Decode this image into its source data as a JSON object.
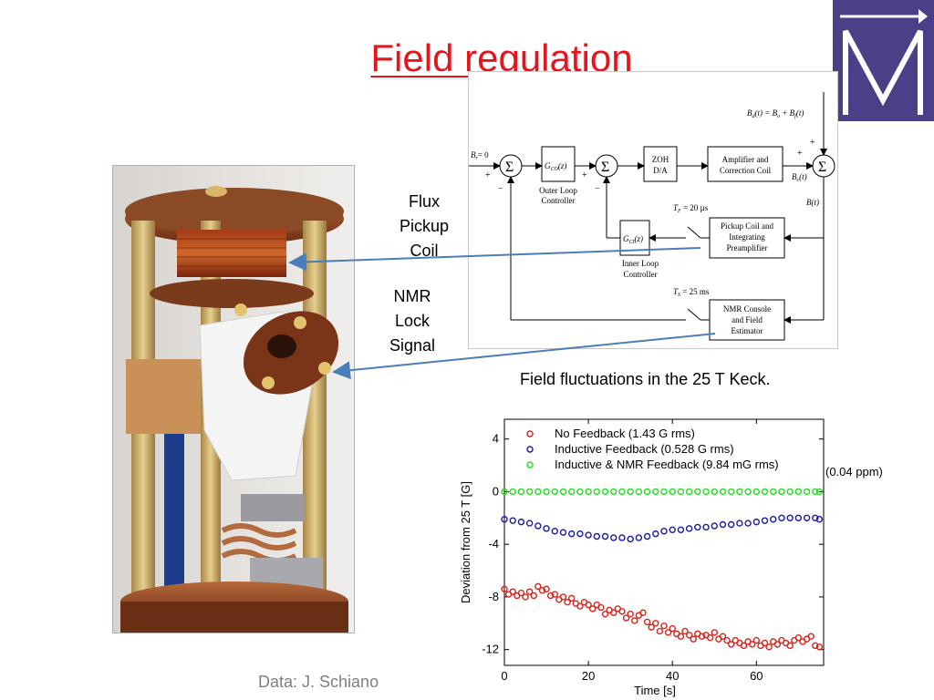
{
  "slide": {
    "title": "Field regulation",
    "credit": "Data: J. Schiano",
    "caption": "Field fluctuations in the 25 T Keck.",
    "ppm_note": "(0.04 ppm)",
    "callouts": {
      "flux": [
        "Flux",
        "Pickup",
        "Coil"
      ],
      "nmr": [
        "NMR",
        "Lock",
        "Signal"
      ]
    },
    "logo": {
      "glyph": "M",
      "color": "#4b3f88"
    },
    "title_color": "#e8141b"
  },
  "diagram": {
    "br_label": "B",
    "br_sub": "r",
    "br_val": "= 0",
    "bd_eq": "B",
    "bd_sub": "d",
    "bd_rhs": "(t) = B",
    "bd_rhs_sub": "o",
    "bd_rhs2": " + B",
    "bd_rhs2_sub": "f",
    "bd_rhs3": "(t)",
    "go": "G",
    "go_sub": "CO",
    "go_arg": "(z)",
    "outer_label_1": "Outer Loop",
    "outer_label_2": "Controller",
    "zoh_1": "ZOH",
    "zoh_2": "D/A",
    "amp_1": "Amplifier and",
    "amp_2": "Correction Coil",
    "bc": "B",
    "bc_sub": "c",
    "bc_arg": "(t)",
    "bt": "B(t)",
    "tf": "T",
    "tf_sub": "F",
    "tf_val": " = 20 µs",
    "pickup_1": "Pickup Coil and",
    "pickup_2": "Integrating",
    "pickup_3": "Preamplifier",
    "gi": "G",
    "gi_sub": "CI",
    "gi_arg": "(z)",
    "inner_label_1": "Inner Loop",
    "inner_label_2": "Controller",
    "ts": "T",
    "ts_sub": "S",
    "ts_val": " = 25 ms",
    "nmr_1": "NMR Console",
    "nmr_2": "and Field",
    "nmr_3": "Estimator",
    "sigma": "Σ",
    "plus": "+",
    "minus": "−"
  },
  "chart_data": {
    "type": "scatter",
    "xlabel": "Time [s]",
    "ylabel": "Deviation from 25 T [G]",
    "xlim": [
      0,
      76
    ],
    "ylim": [
      -13.2,
      5.5
    ],
    "xticks": [
      0,
      20,
      40,
      60
    ],
    "yticks": [
      4,
      0,
      -4,
      -8,
      -12
    ],
    "legend_position": "top",
    "series": [
      {
        "name": "No Feedback (1.43 G rms)",
        "color": "#d9241c",
        "points": [
          [
            0,
            -7.4
          ],
          [
            1,
            -7.8
          ],
          [
            2,
            -7.6
          ],
          [
            3,
            -7.9
          ],
          [
            4,
            -7.7
          ],
          [
            5,
            -8.0
          ],
          [
            6,
            -7.6
          ],
          [
            7,
            -7.9
          ],
          [
            8,
            -7.2
          ],
          [
            9,
            -7.5
          ],
          [
            10,
            -7.4
          ],
          [
            11,
            -7.9
          ],
          [
            12,
            -7.8
          ],
          [
            13,
            -8.2
          ],
          [
            14,
            -8.0
          ],
          [
            15,
            -8.4
          ],
          [
            16,
            -8.1
          ],
          [
            17,
            -8.5
          ],
          [
            18,
            -8.7
          ],
          [
            19,
            -8.4
          ],
          [
            20,
            -8.6
          ],
          [
            21,
            -8.9
          ],
          [
            22,
            -8.6
          ],
          [
            23,
            -8.8
          ],
          [
            24,
            -9.3
          ],
          [
            25,
            -9.0
          ],
          [
            26,
            -9.2
          ],
          [
            27,
            -8.9
          ],
          [
            28,
            -9.1
          ],
          [
            29,
            -9.6
          ],
          [
            30,
            -9.3
          ],
          [
            31,
            -9.8
          ],
          [
            32,
            -9.4
          ],
          [
            33,
            -9.2
          ],
          [
            34,
            -9.9
          ],
          [
            35,
            -10.3
          ],
          [
            36,
            -10.0
          ],
          [
            37,
            -10.6
          ],
          [
            38,
            -10.2
          ],
          [
            39,
            -10.7
          ],
          [
            40,
            -10.4
          ],
          [
            41,
            -10.8
          ],
          [
            42,
            -11.0
          ],
          [
            43,
            -10.6
          ],
          [
            44,
            -10.9
          ],
          [
            45,
            -11.2
          ],
          [
            46,
            -10.8
          ],
          [
            47,
            -11.0
          ],
          [
            48,
            -10.9
          ],
          [
            49,
            -11.1
          ],
          [
            50,
            -10.7
          ],
          [
            51,
            -11.2
          ],
          [
            52,
            -11.0
          ],
          [
            53,
            -11.3
          ],
          [
            54,
            -11.6
          ],
          [
            55,
            -11.3
          ],
          [
            56,
            -11.5
          ],
          [
            57,
            -11.7
          ],
          [
            58,
            -11.4
          ],
          [
            59,
            -11.6
          ],
          [
            60,
            -11.3
          ],
          [
            61,
            -11.7
          ],
          [
            62,
            -11.5
          ],
          [
            63,
            -11.8
          ],
          [
            64,
            -11.4
          ],
          [
            65,
            -11.6
          ],
          [
            66,
            -11.3
          ],
          [
            67,
            -11.5
          ],
          [
            68,
            -11.7
          ],
          [
            69,
            -11.3
          ],
          [
            70,
            -11.1
          ],
          [
            71,
            -11.4
          ],
          [
            72,
            -11.2
          ],
          [
            73,
            -11.0
          ],
          [
            74,
            -11.7
          ],
          [
            75,
            -11.8
          ]
        ]
      },
      {
        "name": "Inductive Feedback (0.528 G rms)",
        "color": "#1a1aa0",
        "points": [
          [
            0,
            -2.1
          ],
          [
            2,
            -2.2
          ],
          [
            4,
            -2.3
          ],
          [
            6,
            -2.4
          ],
          [
            8,
            -2.6
          ],
          [
            10,
            -2.8
          ],
          [
            12,
            -3.0
          ],
          [
            14,
            -3.1
          ],
          [
            16,
            -3.2
          ],
          [
            18,
            -3.2
          ],
          [
            20,
            -3.3
          ],
          [
            22,
            -3.4
          ],
          [
            24,
            -3.4
          ],
          [
            26,
            -3.5
          ],
          [
            28,
            -3.5
          ],
          [
            30,
            -3.6
          ],
          [
            32,
            -3.5
          ],
          [
            34,
            -3.4
          ],
          [
            36,
            -3.2
          ],
          [
            38,
            -3.0
          ],
          [
            40,
            -2.9
          ],
          [
            42,
            -2.9
          ],
          [
            44,
            -2.8
          ],
          [
            46,
            -2.7
          ],
          [
            48,
            -2.7
          ],
          [
            50,
            -2.6
          ],
          [
            52,
            -2.5
          ],
          [
            54,
            -2.5
          ],
          [
            56,
            -2.4
          ],
          [
            58,
            -2.4
          ],
          [
            60,
            -2.3
          ],
          [
            62,
            -2.2
          ],
          [
            64,
            -2.1
          ],
          [
            66,
            -2.0
          ],
          [
            68,
            -2.0
          ],
          [
            70,
            -2.0
          ],
          [
            72,
            -2.0
          ],
          [
            74,
            -2.0
          ],
          [
            75,
            -2.1
          ]
        ]
      },
      {
        "name": "Inductive & NMR Feedback (9.84 mG rms)",
        "color": "#22dd22",
        "points": [
          [
            0,
            0
          ],
          [
            2,
            0
          ],
          [
            4,
            0
          ],
          [
            6,
            0
          ],
          [
            8,
            0
          ],
          [
            10,
            0
          ],
          [
            12,
            0
          ],
          [
            14,
            0
          ],
          [
            16,
            0
          ],
          [
            18,
            0
          ],
          [
            20,
            0
          ],
          [
            22,
            0
          ],
          [
            24,
            0
          ],
          [
            26,
            0
          ],
          [
            28,
            0
          ],
          [
            30,
            0
          ],
          [
            32,
            0
          ],
          [
            34,
            0
          ],
          [
            36,
            0
          ],
          [
            38,
            0
          ],
          [
            40,
            0
          ],
          [
            42,
            0
          ],
          [
            44,
            0
          ],
          [
            46,
            0
          ],
          [
            48,
            0
          ],
          [
            50,
            0
          ],
          [
            52,
            0
          ],
          [
            54,
            0
          ],
          [
            56,
            0
          ],
          [
            58,
            0
          ],
          [
            60,
            0
          ],
          [
            62,
            0
          ],
          [
            64,
            0
          ],
          [
            66,
            0
          ],
          [
            68,
            0
          ],
          [
            70,
            0
          ],
          [
            72,
            0
          ],
          [
            74,
            0
          ],
          [
            75,
            0
          ]
        ]
      }
    ]
  }
}
